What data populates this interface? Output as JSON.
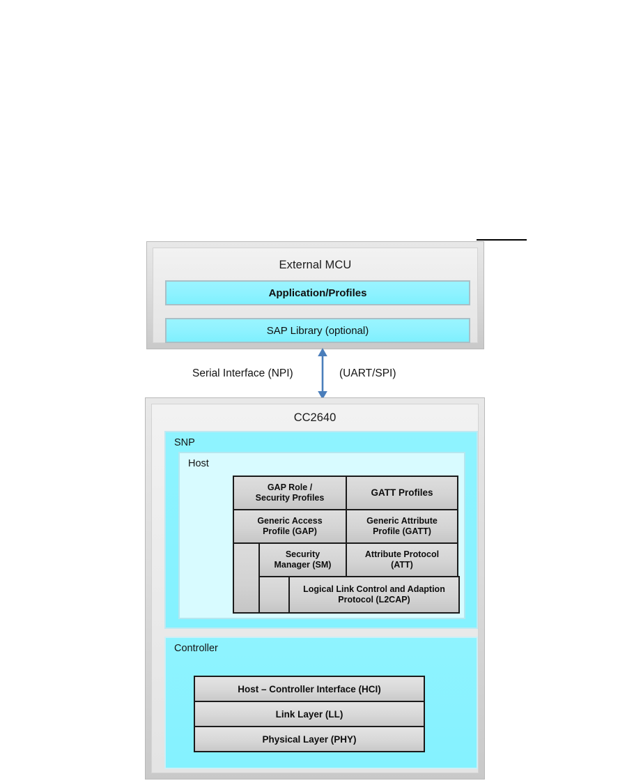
{
  "diagram": {
    "top_rule": "",
    "mcu": {
      "title": "External MCU",
      "bars": [
        {
          "label": "Application/Profiles"
        },
        {
          "label": "SAP Library (optional)"
        }
      ]
    },
    "connector": {
      "left_label": "Serial Interface (NPI)",
      "right_label": "(UART/SPI)",
      "arrow_icon": "double-headed-vertical-arrow",
      "arrow_color": "#4a7ebb"
    },
    "device": {
      "title": "CC2640",
      "snp": {
        "label": "SNP",
        "host": {
          "label": "Host",
          "stack_rows": [
            {
              "indent": 0,
              "cells": [
                {
                  "label": "GAP Role /\nSecurity Profiles",
                  "bold": true
                },
                {
                  "label": "GATT Profiles",
                  "bold": true
                }
              ]
            },
            {
              "indent": 0,
              "cells": [
                {
                  "label": "Generic Access\nProfile (GAP)",
                  "bold": true
                },
                {
                  "label": "Generic Attribute\nProfile (GATT)",
                  "bold": true
                }
              ]
            },
            {
              "indent": 1,
              "cells": [
                {
                  "label": "Security\nManager (SM)",
                  "bold": true
                },
                {
                  "label": "Attribute Protocol\n(ATT)",
                  "bold": true
                }
              ]
            },
            {
              "indent": 2,
              "cells": [
                {
                  "label": "Logical Link Control and Adaption\nProtocol (L2CAP)",
                  "bold": true
                }
              ]
            }
          ]
        }
      },
      "controller": {
        "label": "Controller",
        "bars": [
          {
            "label": "Host – Controller Interface (HCI)"
          },
          {
            "label": "Link Layer (LL)"
          },
          {
            "label": "Physical Layer (PHY)"
          }
        ]
      }
    },
    "colors": {
      "cyan_fill": "#8ff2ff",
      "cyan_light_fill": "#d8fbff",
      "gray_fill": "#d6d6d6",
      "arrow_blue": "#4a7ebb",
      "frame_gray": "#c9c9c9"
    }
  }
}
